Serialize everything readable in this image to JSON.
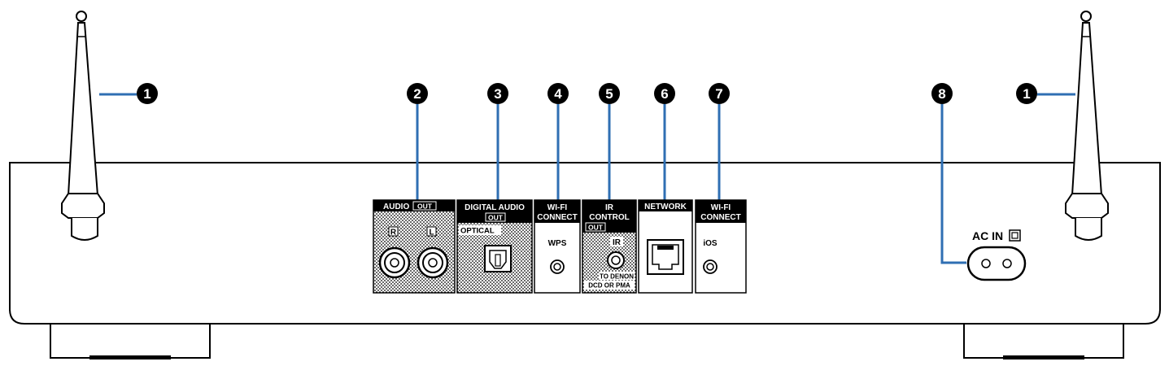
{
  "callouts": {
    "c1": "1",
    "c2": "2",
    "c3": "3",
    "c4": "4",
    "c5": "5",
    "c6": "6",
    "c7": "7",
    "c8": "8"
  },
  "panels": {
    "audio": {
      "title": "AUDIO",
      "badge": "OUT",
      "right": "R",
      "left": "L"
    },
    "digital": {
      "title": "DIGITAL AUDIO",
      "badge": "OUT",
      "sub": "OPTICAL"
    },
    "wps": {
      "title_1": "WI-FI",
      "title_2": "CONNECT",
      "label": "WPS"
    },
    "ir": {
      "title_1": "IR",
      "title_2": "CONTROL",
      "badge": "OUT",
      "label": "IR",
      "note_1": "TO DENON",
      "note_2": "DCD OR PMA"
    },
    "network": {
      "title": "NETWORK"
    },
    "ios": {
      "title_1": "WI-FI",
      "title_2": "CONNECT",
      "label": "iOS"
    }
  },
  "ac": {
    "label": "AC IN"
  },
  "colors": {
    "leader": "#2f6fb3",
    "panel_header": "#000000",
    "dots": "#000000"
  }
}
